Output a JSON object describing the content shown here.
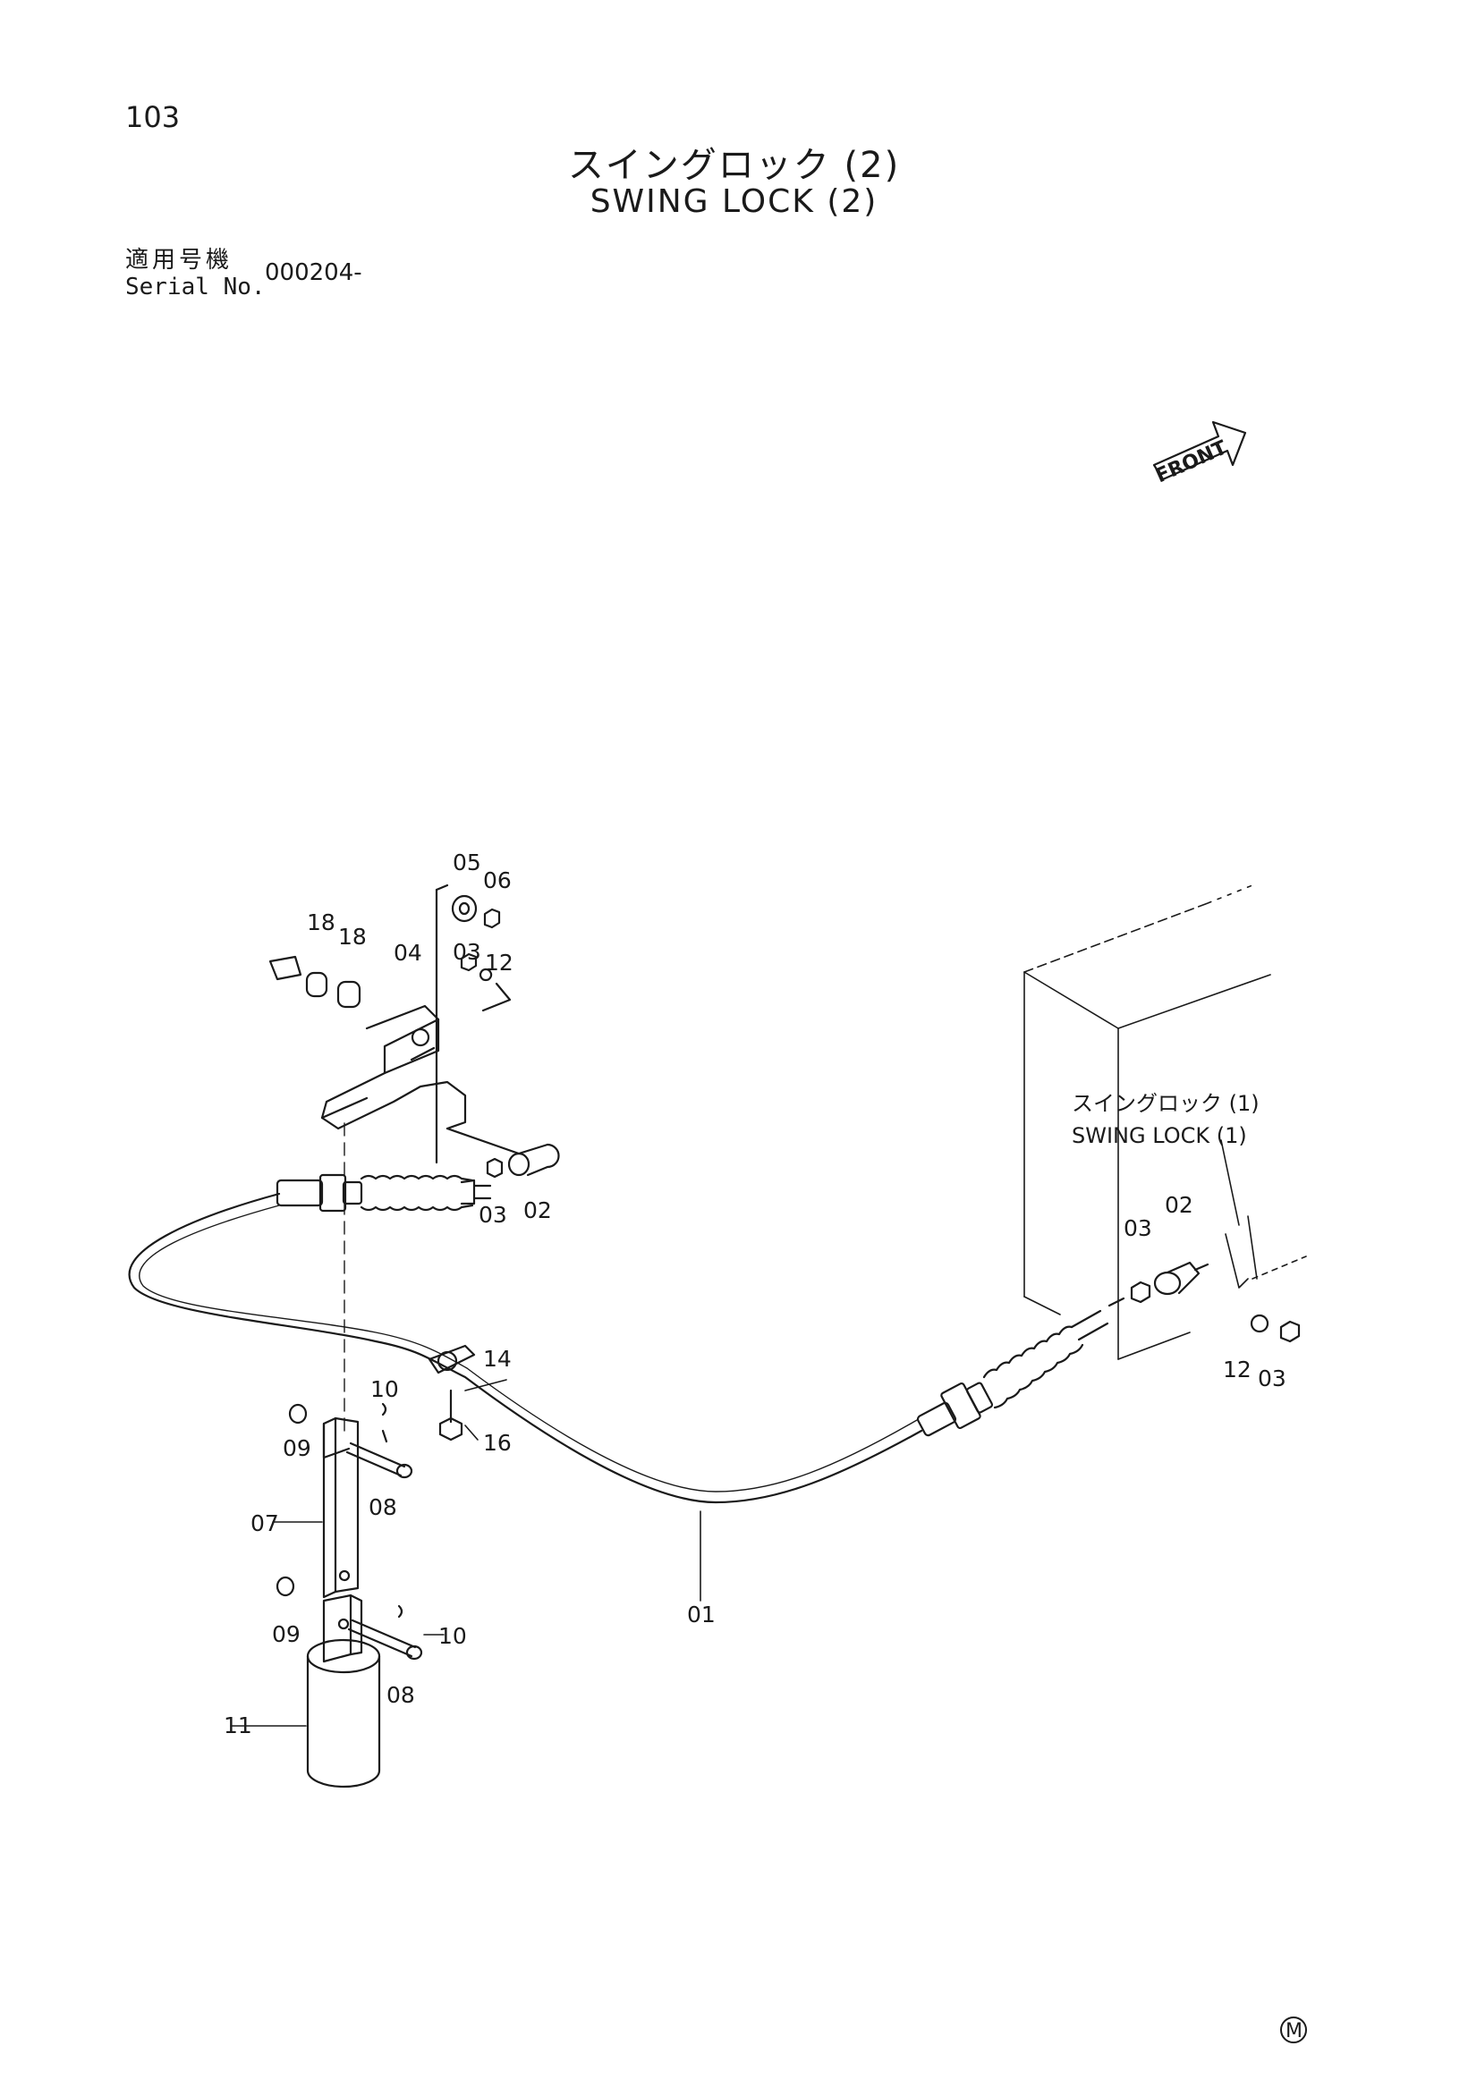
{
  "page_number": "103",
  "title": {
    "japanese": "スイングロック (2)",
    "english": "SWING LOCK (2)"
  },
  "serial": {
    "label_japanese": "適用号機",
    "label_english": "Serial No.",
    "value": "000204-"
  },
  "front_label": "FRONT",
  "reference_note": {
    "japanese": "スイングロック (1)",
    "english": "SWING LOCK (1)"
  },
  "callouts": {
    "c01": "01",
    "c02a": "02",
    "c02b": "02",
    "c03a": "03",
    "c03b": "03",
    "c03c": "03",
    "c03d": "03",
    "c04": "04",
    "c05": "05",
    "c06": "06",
    "c07": "07",
    "c08a": "08",
    "c08b": "08",
    "c09a": "09",
    "c09b": "09",
    "c10a": "10",
    "c10b": "10",
    "c11": "11",
    "c12a": "12",
    "c12b": "12",
    "c14": "14",
    "c16": "16",
    "c18a": "18",
    "c18b": "18"
  },
  "mark": "M"
}
